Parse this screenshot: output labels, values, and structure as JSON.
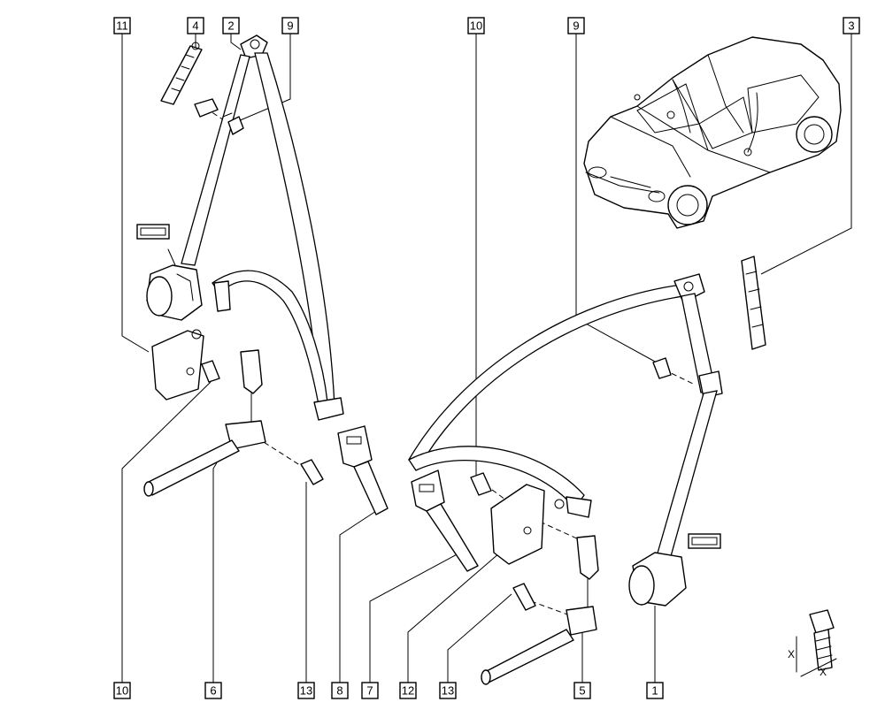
{
  "callouts": {
    "c11": "11",
    "c4": "4",
    "c2": "2",
    "c9_left": "9",
    "c10_top": "10",
    "c9_right": "9",
    "c3": "3",
    "c10_bottom": "10",
    "c6": "6",
    "c13_left": "13",
    "c8": "8",
    "c7": "7",
    "c12": "12",
    "c13_right": "13",
    "c5": "5",
    "c1": "1"
  },
  "torque_detail": {
    "dim_label_a": "X",
    "dim_label_b": "X"
  },
  "icons": {
    "left_marker": "torque-label-icon",
    "right_marker": "torque-label-icon"
  }
}
